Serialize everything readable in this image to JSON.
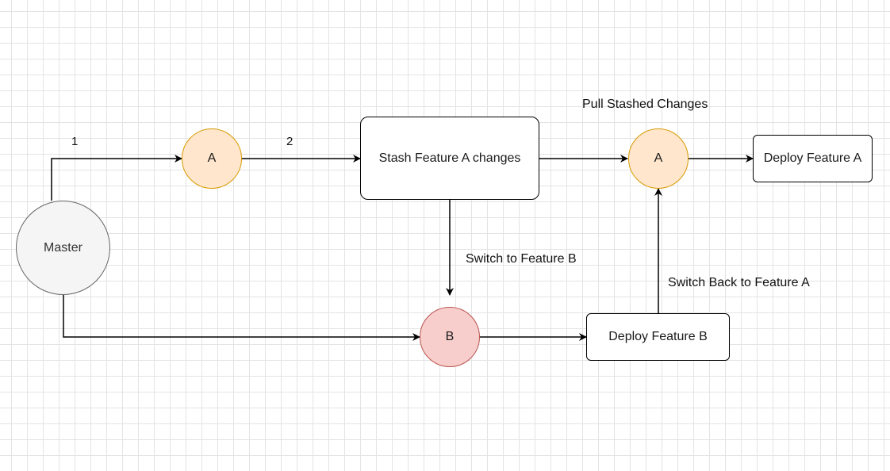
{
  "nodes": {
    "master": "Master",
    "feature_a_first": "A",
    "stash_changes": "Stash Feature A changes",
    "feature_a_second": "A",
    "deploy_feature_a": "Deploy Feature A",
    "feature_b": "B",
    "deploy_feature_b": "Deploy Feature B"
  },
  "edge_labels": {
    "step_1": "1",
    "step_2": "2",
    "pull_stashed": "Pull Stashed Changes",
    "switch_to_b": "Switch to Feature B",
    "switch_back_to_a": "Switch Back to Feature A"
  },
  "colors": {
    "grid": "#e4e4e4",
    "master_fill": "#f5f5f5",
    "master_stroke": "#666666",
    "feature_a_fill": "#ffe6cc",
    "feature_a_stroke": "#d79b00",
    "feature_b_fill": "#f8cecc",
    "feature_b_stroke": "#b85450",
    "edge": "#000000"
  }
}
